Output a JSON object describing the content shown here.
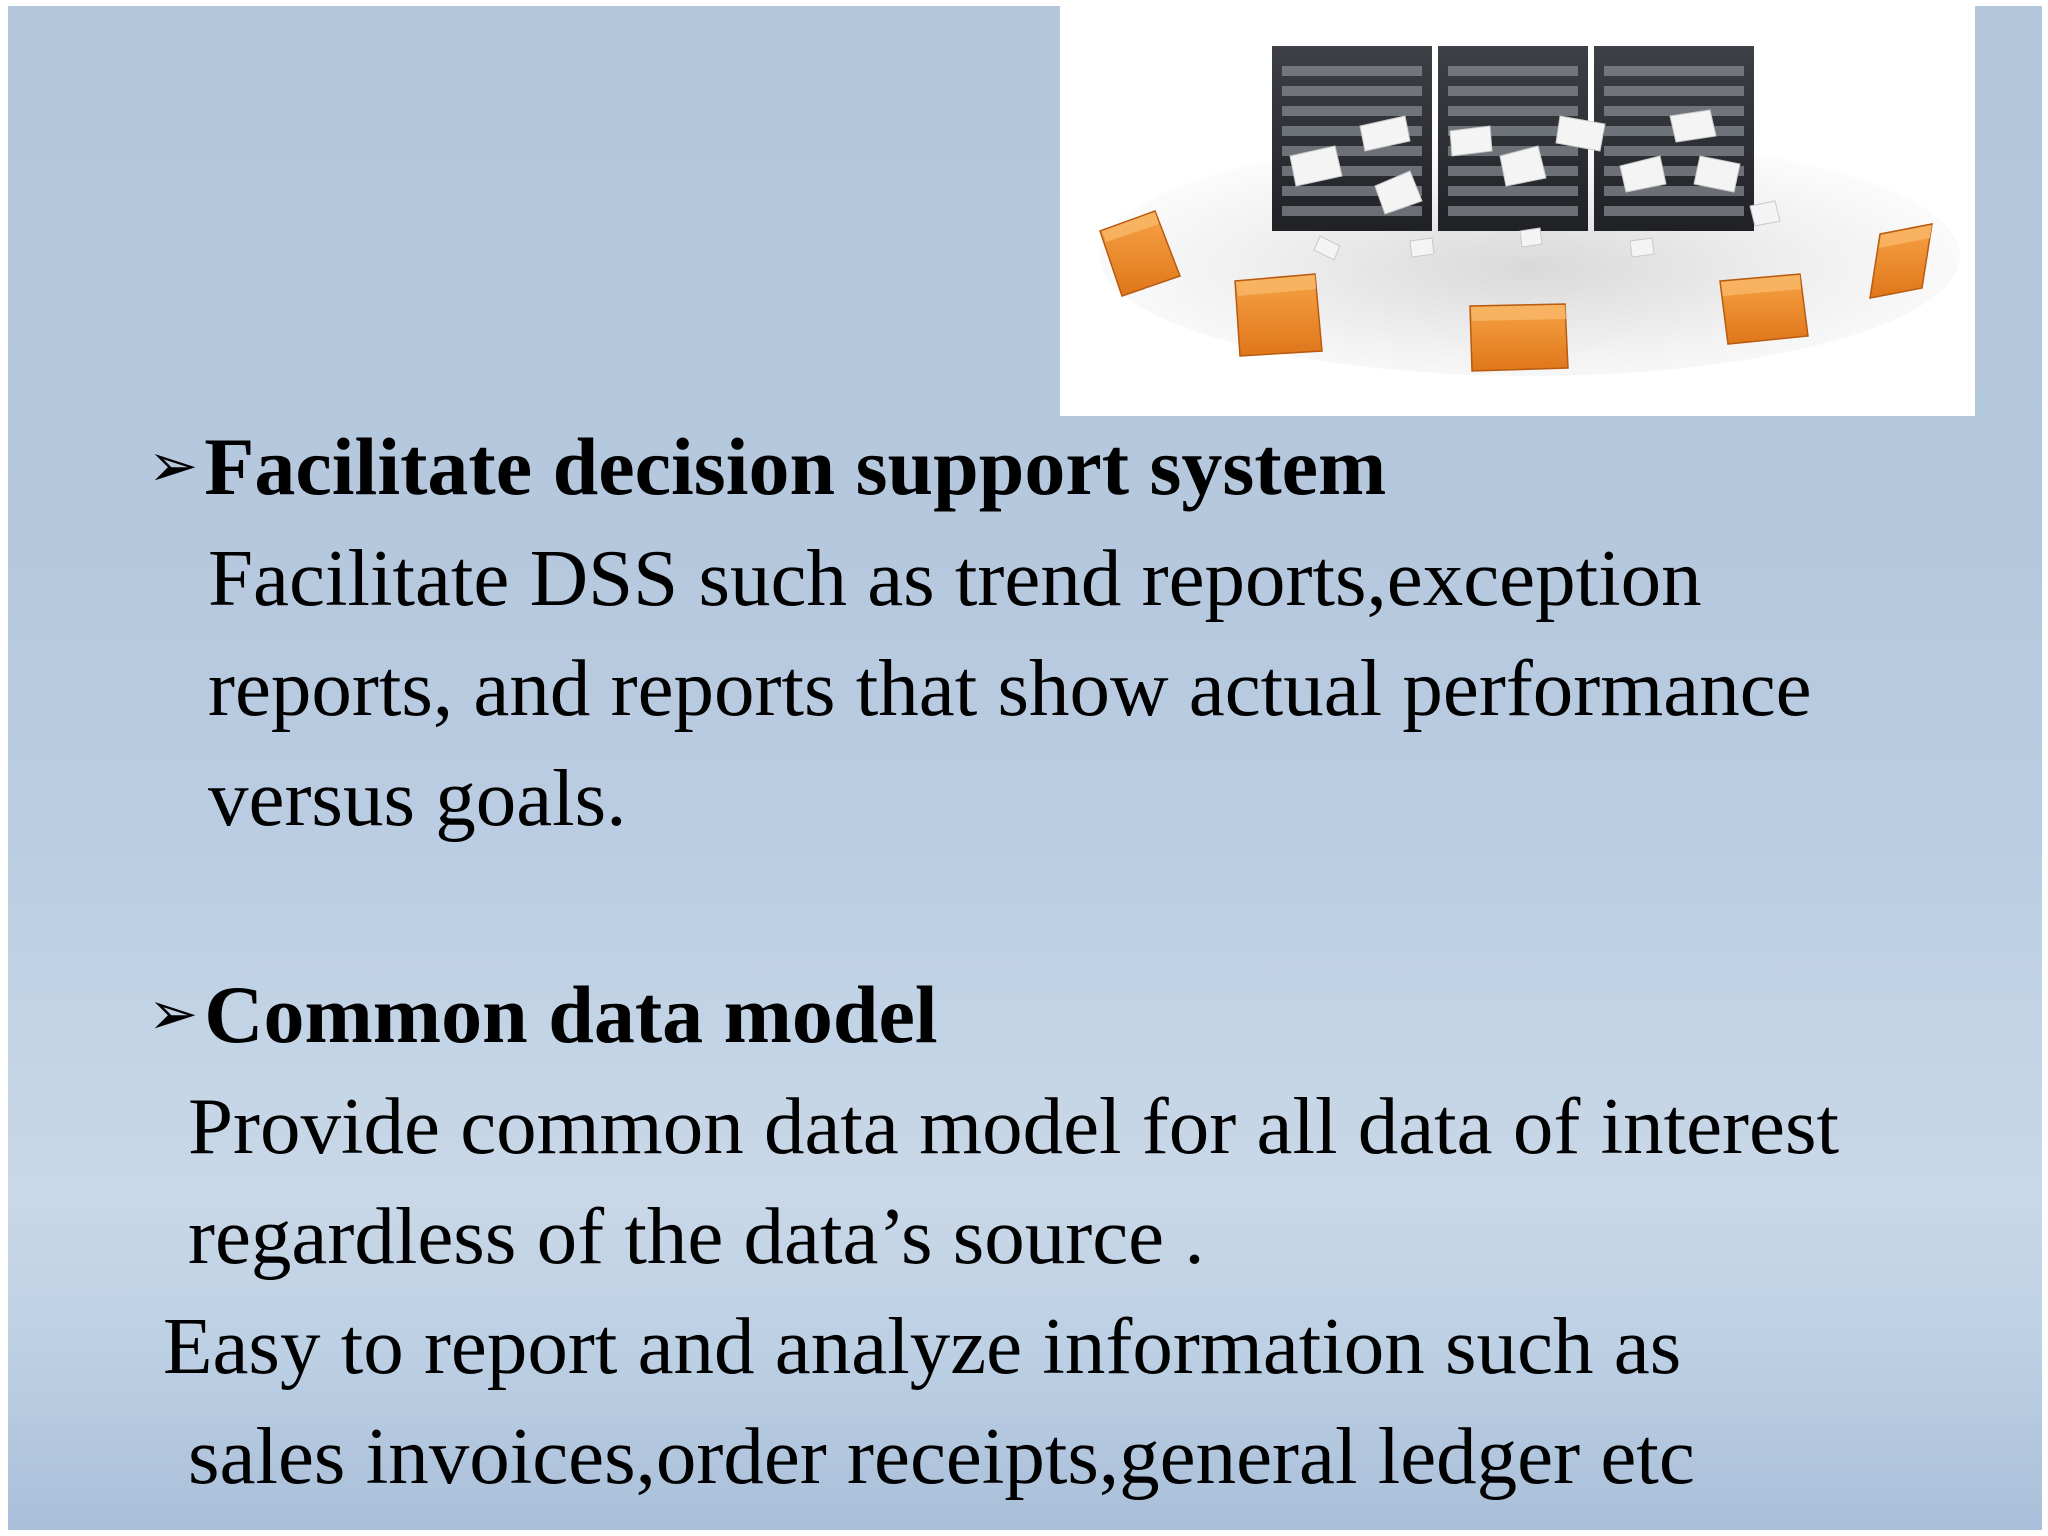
{
  "slide": {
    "bullet_glyph": "➢",
    "image": {
      "subject": "server-racks-with-folders",
      "folder_color": "#f08a24"
    },
    "section1": {
      "heading": "Facilitate decision support system",
      "lines": [
        "Facilitate DSS such as trend reports,exception",
        "reports, and reports that show actual performance",
        "versus goals."
      ]
    },
    "section2": {
      "heading": "Common data model",
      "lines": [
        "Provide common data model for all data of interest",
        "regardless of the data’s source .",
        "Easy to report and analyze information such as",
        "sales invoices,order receipts,general ledger etc"
      ]
    }
  }
}
